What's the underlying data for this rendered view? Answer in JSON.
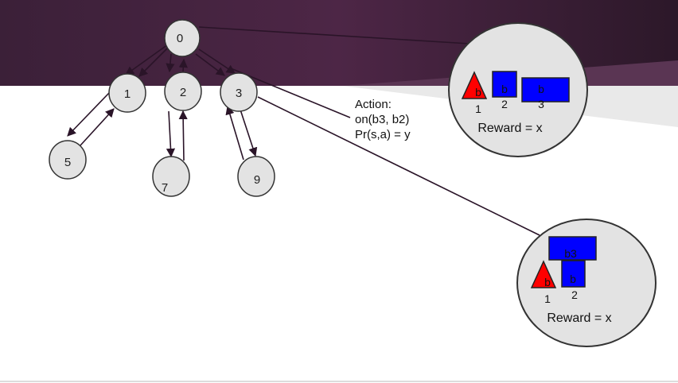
{
  "tree": {
    "nodes": [
      {
        "id": "node-0",
        "label": "0"
      },
      {
        "id": "node-1",
        "label": "1"
      },
      {
        "id": "node-2",
        "label": "2"
      },
      {
        "id": "node-3",
        "label": "3"
      },
      {
        "id": "node-5",
        "label": "5"
      },
      {
        "id": "node-7",
        "label": "7"
      },
      {
        "id": "node-9",
        "label": "9"
      }
    ]
  },
  "action": {
    "title": "Action:",
    "operation": "on(b3, b2)",
    "probability": "Pr(s,a) = y"
  },
  "state_top": {
    "reward": "Reward = x",
    "blocks": {
      "triangle_letter": "b",
      "triangle_number": "1",
      "square_letter": "b",
      "square_number": "2",
      "rect_letter": "b",
      "rect_number": "3"
    }
  },
  "state_bottom": {
    "reward": "Reward = x",
    "blocks": {
      "triangle_letter": "b",
      "triangle_number": "1",
      "square_letter": "b",
      "square_number": "2",
      "rect_label": "b3"
    }
  },
  "colors": {
    "header_dark": "#2e1a2b",
    "header_mid": "#4a2644",
    "node_fill": "#e3e3e3",
    "block_blue": "#0000ff",
    "block_red": "#ff0000",
    "edge": "#2a1428"
  }
}
